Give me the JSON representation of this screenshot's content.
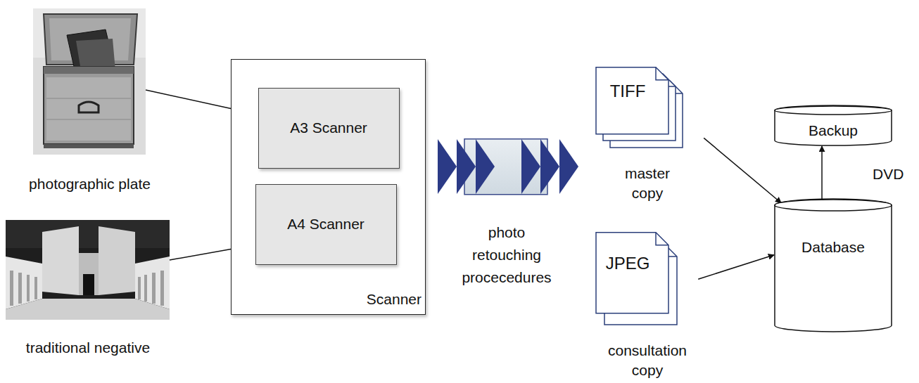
{
  "diagram": {
    "nodes": [
      {
        "text": [
          "photographic plate"
        ]
      },
      {
        "text": [
          "traditional negative"
        ]
      },
      {
        "text": [
          "Scanner"
        ]
      },
      {
        "text": [
          "A3 Scanner"
        ],
        "in": 2
      },
      {
        "text": [
          "A4 Scanner"
        ],
        "in": 2
      },
      {
        "text": [
          "photo retouching procecedures"
        ]
      },
      {
        "text": [
          "TIFF",
          "master copy"
        ]
      },
      {
        "text": [
          "JPEG",
          "consultation copy"
        ]
      },
      {
        "text": [
          "Database"
        ]
      },
      {
        "text": [
          "Backup"
        ]
      }
    ],
    "edges": [
      {
        "from": 0,
        "to": 3,
        "arrow": "to"
      },
      {
        "from": 1,
        "to": 4,
        "arrow": "to"
      },
      {
        "from": 6,
        "to": 8,
        "arrow": "to"
      },
      {
        "from": 7,
        "to": 8,
        "arrow": "to"
      },
      {
        "from": 8,
        "to": 9,
        "arrow": "to"
      }
    ],
    "labels": [
      "DVD"
    ]
  }
}
